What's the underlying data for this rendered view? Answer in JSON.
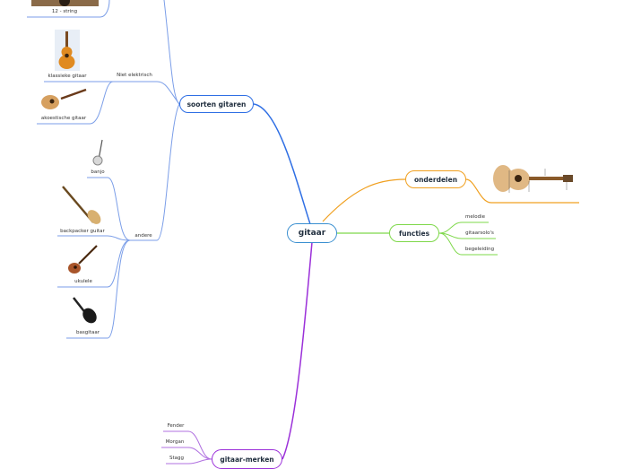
{
  "map": {
    "root": "gitaar",
    "branches": {
      "types": {
        "label": "soorten gitaren",
        "color": "#2f6fe4",
        "groups": {
          "non_electric": {
            "label": "Niet elektrisch",
            "items": [
              "12 - string",
              "klassieke gitaar",
              "akoestische gitaar"
            ]
          },
          "other": {
            "label": "andere",
            "items": [
              "banjo",
              "backpacker guitar",
              "ukulele",
              "basgitaar"
            ]
          }
        }
      },
      "parts": {
        "label": "onderdelen",
        "color": "#f0a020"
      },
      "functions": {
        "label": "functies",
        "color": "#7ed84a",
        "items": [
          "melodie",
          "gitaarsolo's",
          "begeleiding"
        ]
      },
      "brands": {
        "label": "gitaar-merken",
        "color": "#9b30d9",
        "items": [
          "Fender",
          "Morgan",
          "Stagg"
        ]
      }
    }
  },
  "colors": {
    "root_border": "#3a8fd0",
    "type_lines": "#7b9ee8",
    "brand_lines": "#b070e0"
  },
  "icons": [
    "twelve-string-guitar-image",
    "classical-guitar-image",
    "acoustic-guitar-image",
    "banjo-image",
    "backpacker-guitar-image",
    "ukulele-image",
    "bass-guitar-image",
    "guitar-parts-image"
  ]
}
